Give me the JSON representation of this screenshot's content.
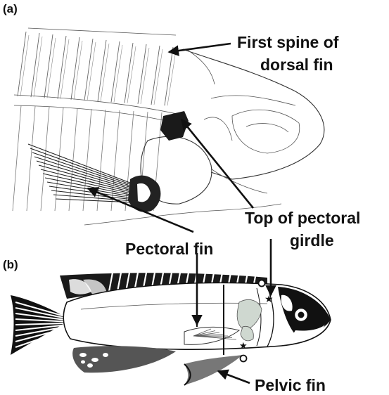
{
  "figure": {
    "panel_a": {
      "tag": "(a)",
      "labels": {
        "first_spine_line1": "First spine of",
        "first_spine_line2": "dorsal fin",
        "top_pectoral_line1": "Top of pectoral",
        "top_pectoral_line2": "girdle"
      }
    },
    "panel_b": {
      "tag": "(b)",
      "labels": {
        "pectoral_fin": "Pectoral fin",
        "pelvic_fin": "Pelvic fin"
      }
    }
  }
}
